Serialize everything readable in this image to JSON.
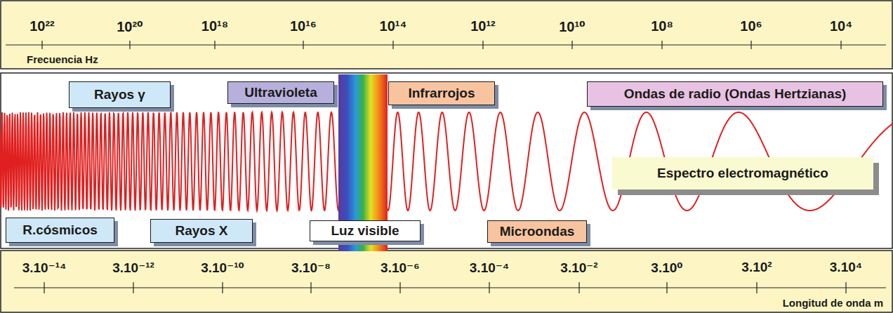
{
  "diagram": {
    "nodes": [
      {
        "text": [
          "Rayos γ"
        ]
      },
      {
        "text": [
          "Ultravioleta"
        ]
      },
      {
        "text": [
          "Infrarrojos"
        ]
      },
      {
        "text": [
          "Ondas de radio (Ondas Hertzianas)"
        ]
      },
      {
        "text": [
          "Espectro electromagnético"
        ]
      },
      {
        "text": [
          "R.cósmicos"
        ]
      },
      {
        "text": [
          "Rayos X"
        ]
      },
      {
        "text": [
          "Luz visible"
        ]
      },
      {
        "text": [
          "Microondas"
        ]
      }
    ],
    "labels": [
      "10²²",
      "10²⁰",
      "10¹⁸",
      "10¹⁶",
      "10¹⁴",
      "10¹²",
      "10¹⁰",
      "10⁸",
      "10⁶",
      "10⁴",
      "Frecuencia Hz",
      "3.10⁻¹⁴",
      "3.10⁻¹²",
      "3.10⁻¹⁰",
      "3.10⁻⁸",
      "3.10⁻⁶",
      "3.10⁻⁴",
      "3.10⁻²",
      "3.10⁰",
      "3.10²",
      "3.10⁴",
      "Longitud de onda m"
    ]
  }
}
